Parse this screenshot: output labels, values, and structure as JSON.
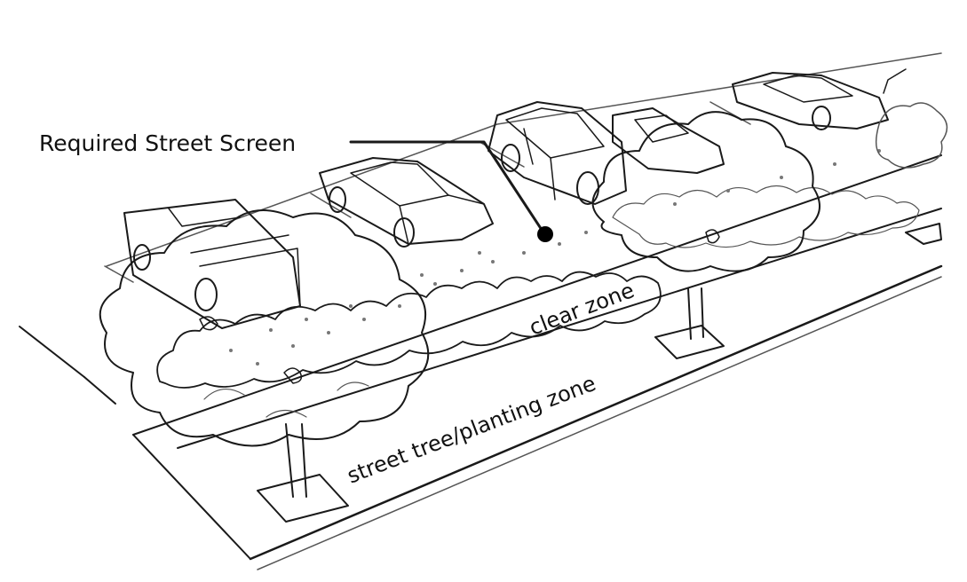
{
  "callout": {
    "label": "Required Street Screen"
  },
  "zones": {
    "clear_zone": "clear zone",
    "planting_zone": "street tree/planting zone"
  },
  "colors": {
    "ink": "#1a1a1a",
    "background": "#ffffff",
    "foliage_shade": "#cfcfcf"
  }
}
